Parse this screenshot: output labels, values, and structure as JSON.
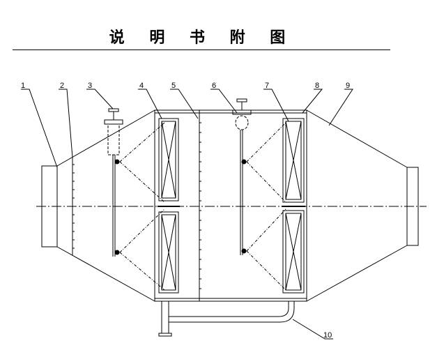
{
  "title": "说 明 书 附 图",
  "labels": [
    "1",
    "2",
    "3",
    "4",
    "5",
    "6",
    "7",
    "8",
    "9",
    "10"
  ]
}
